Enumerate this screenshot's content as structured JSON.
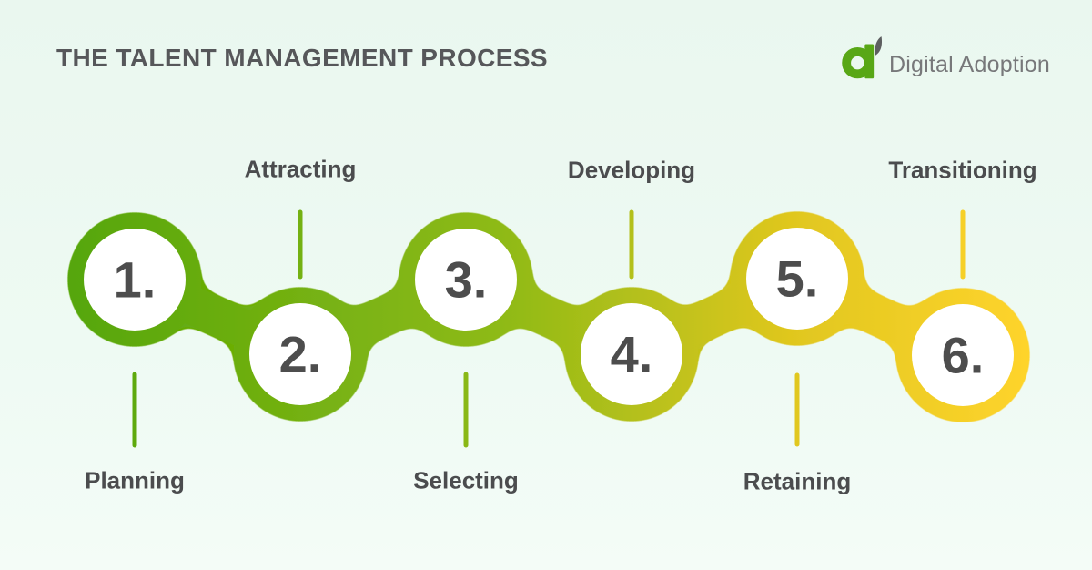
{
  "header": {
    "title": "THE TALENT MANAGEMENT PROCESS"
  },
  "logo": {
    "name": "Digital Adoption",
    "mark_icon": "digital-adoption-a-mark"
  },
  "process": {
    "steps": [
      {
        "number": "1.",
        "label": "Planning",
        "label_position": "below"
      },
      {
        "number": "2.",
        "label": "Attracting",
        "label_position": "above"
      },
      {
        "number": "3.",
        "label": "Selecting",
        "label_position": "below"
      },
      {
        "number": "4.",
        "label": "Developing",
        "label_position": "above"
      },
      {
        "number": "5.",
        "label": "Retaining",
        "label_position": "below"
      },
      {
        "number": "6.",
        "label": "Transitioning",
        "label_position": "above"
      }
    ]
  },
  "colors": {
    "background": "#ecf8f1",
    "chain_gradient_start": "#55a60b",
    "chain_gradient_mid": "#8eba17",
    "chain_gradient_late": "#e0c71f",
    "chain_gradient_end": "#ffd42c",
    "circle_inner_fill": "#ffffff",
    "number_text": "#4d4d4d",
    "label_text": "#4b4c4e",
    "title_text": "#56575a",
    "logo_text": "#77787a",
    "logo_mark_green": "#58a716",
    "logo_leaf_gray": "#5d5e60"
  }
}
